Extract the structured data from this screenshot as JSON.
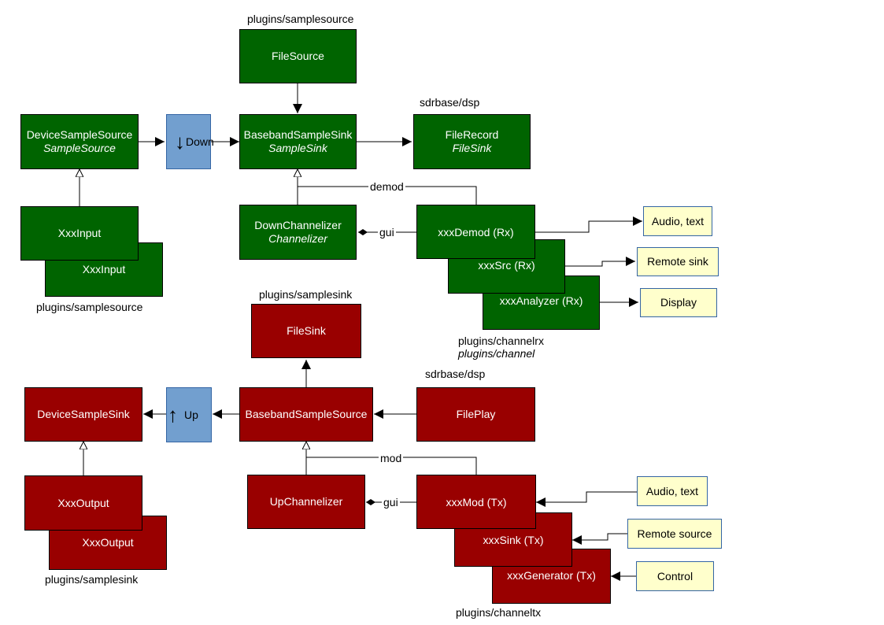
{
  "colors": {
    "rx_box": "#006400",
    "tx_box": "#990000",
    "dsp_box": "#729fcf",
    "io_box": "#ffffcc",
    "io_border": "#3465a4",
    "line": "#000000"
  },
  "labels": {
    "plugins_samplesource_top": "plugins/samplesource",
    "sdrbase_dsp_rx": "sdrbase/dsp",
    "plugins_samplesource_bottom": "plugins/samplesource",
    "plugins_samplesink_top": "plugins/samplesink",
    "plugins_channelrx": "plugins/channelrx",
    "plugins_channel": "plugins/channel",
    "sdrbase_dsp_tx": "sdrbase/dsp",
    "plugins_samplesink_bottom": "plugins/samplesink",
    "plugins_channeltx": "plugins/channeltx",
    "demod": "demod",
    "gui_rx": "gui",
    "mod": "mod",
    "gui_tx": "gui"
  },
  "boxes": {
    "file_source": {
      "title": "FileSource"
    },
    "device_sample_source": {
      "title": "DeviceSampleSource",
      "subtitle": "SampleSource"
    },
    "down": {
      "title": "Down"
    },
    "baseband_sample_sink": {
      "title": "BasebandSampleSink",
      "subtitle": "SampleSink"
    },
    "file_record": {
      "title": "FileRecord",
      "subtitle": "FileSink"
    },
    "xxx_input_back": {
      "title": "XxxInput"
    },
    "xxx_input_front": {
      "title": "XxxInput"
    },
    "down_channelizer": {
      "title": "DownChannelizer",
      "subtitle": "Channelizer"
    },
    "xxx_analyzer": {
      "title": "xxxAnalyzer (Rx)"
    },
    "xxx_src": {
      "title": "xxxSrc (Rx)"
    },
    "xxx_demod": {
      "title": "xxxDemod (Rx)"
    },
    "audio_text_rx": {
      "title": "Audio, text"
    },
    "remote_sink": {
      "title": "Remote sink"
    },
    "display": {
      "title": "Display"
    },
    "file_sink": {
      "title": "FileSink"
    },
    "device_sample_sink": {
      "title": "DeviceSampleSink"
    },
    "up": {
      "title": "Up"
    },
    "baseband_sample_source": {
      "title": "BasebandSampleSource"
    },
    "file_play": {
      "title": "FilePlay"
    },
    "xxx_output_back": {
      "title": "XxxOutput"
    },
    "xxx_output_front": {
      "title": "XxxOutput"
    },
    "up_channelizer": {
      "title": "UpChannelizer"
    },
    "xxx_generator": {
      "title": "xxxGenerator (Tx)"
    },
    "xxx_sink": {
      "title": "xxxSink (Tx)"
    },
    "xxx_mod": {
      "title": "xxxMod (Tx)"
    },
    "audio_text_tx": {
      "title": "Audio, text"
    },
    "remote_source": {
      "title": "Remote source"
    },
    "control": {
      "title": "Control"
    }
  }
}
